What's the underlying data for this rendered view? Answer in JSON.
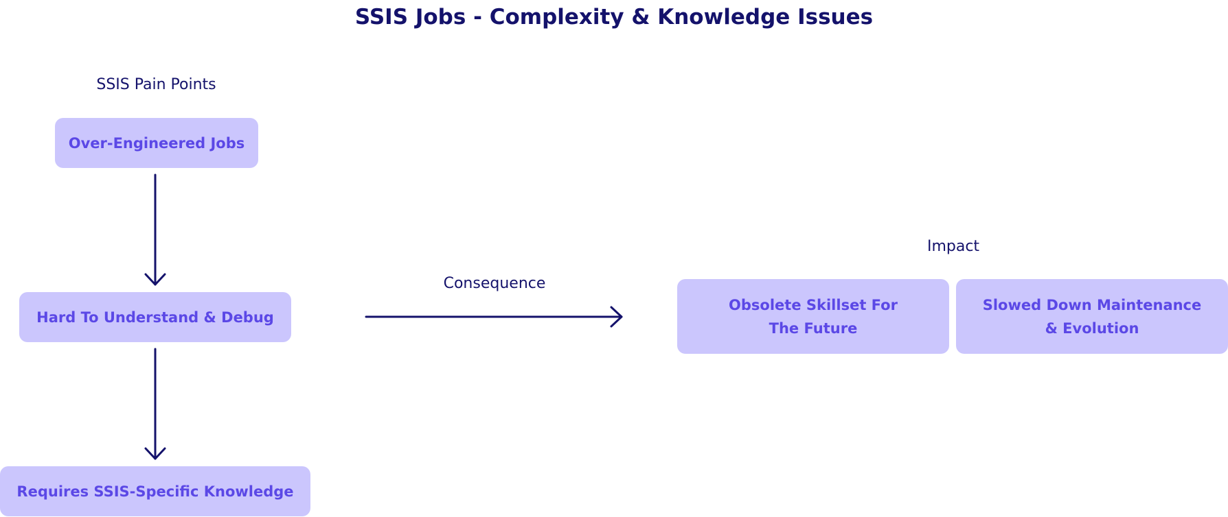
{
  "title": "SSIS Jobs - Complexity & Knowledge Issues",
  "groups": {
    "pain_points": {
      "label": "SSIS Pain Points",
      "nodes": [
        "Over-Engineered Jobs",
        "Hard To Understand & Debug",
        "Requires SSIS-Specific Knowledge"
      ]
    },
    "impact": {
      "label": "Impact",
      "nodes": [
        "Obsolete Skillset For\nThe Future",
        "Slowed Down Maintenance\n& Evolution"
      ]
    }
  },
  "edges": [
    {
      "from": "Over-Engineered Jobs",
      "to": "Hard To Understand & Debug",
      "label": ""
    },
    {
      "from": "Hard To Understand & Debug",
      "to": "Requires SSIS-Specific Knowledge",
      "label": ""
    },
    {
      "from": "SSIS Pain Points",
      "to": "Impact",
      "label": "Consequence"
    }
  ],
  "colors": {
    "title_text": "#14126b",
    "node_fill": "#cbc6fd",
    "node_text": "#5b48e6",
    "edge": "#14126b"
  }
}
